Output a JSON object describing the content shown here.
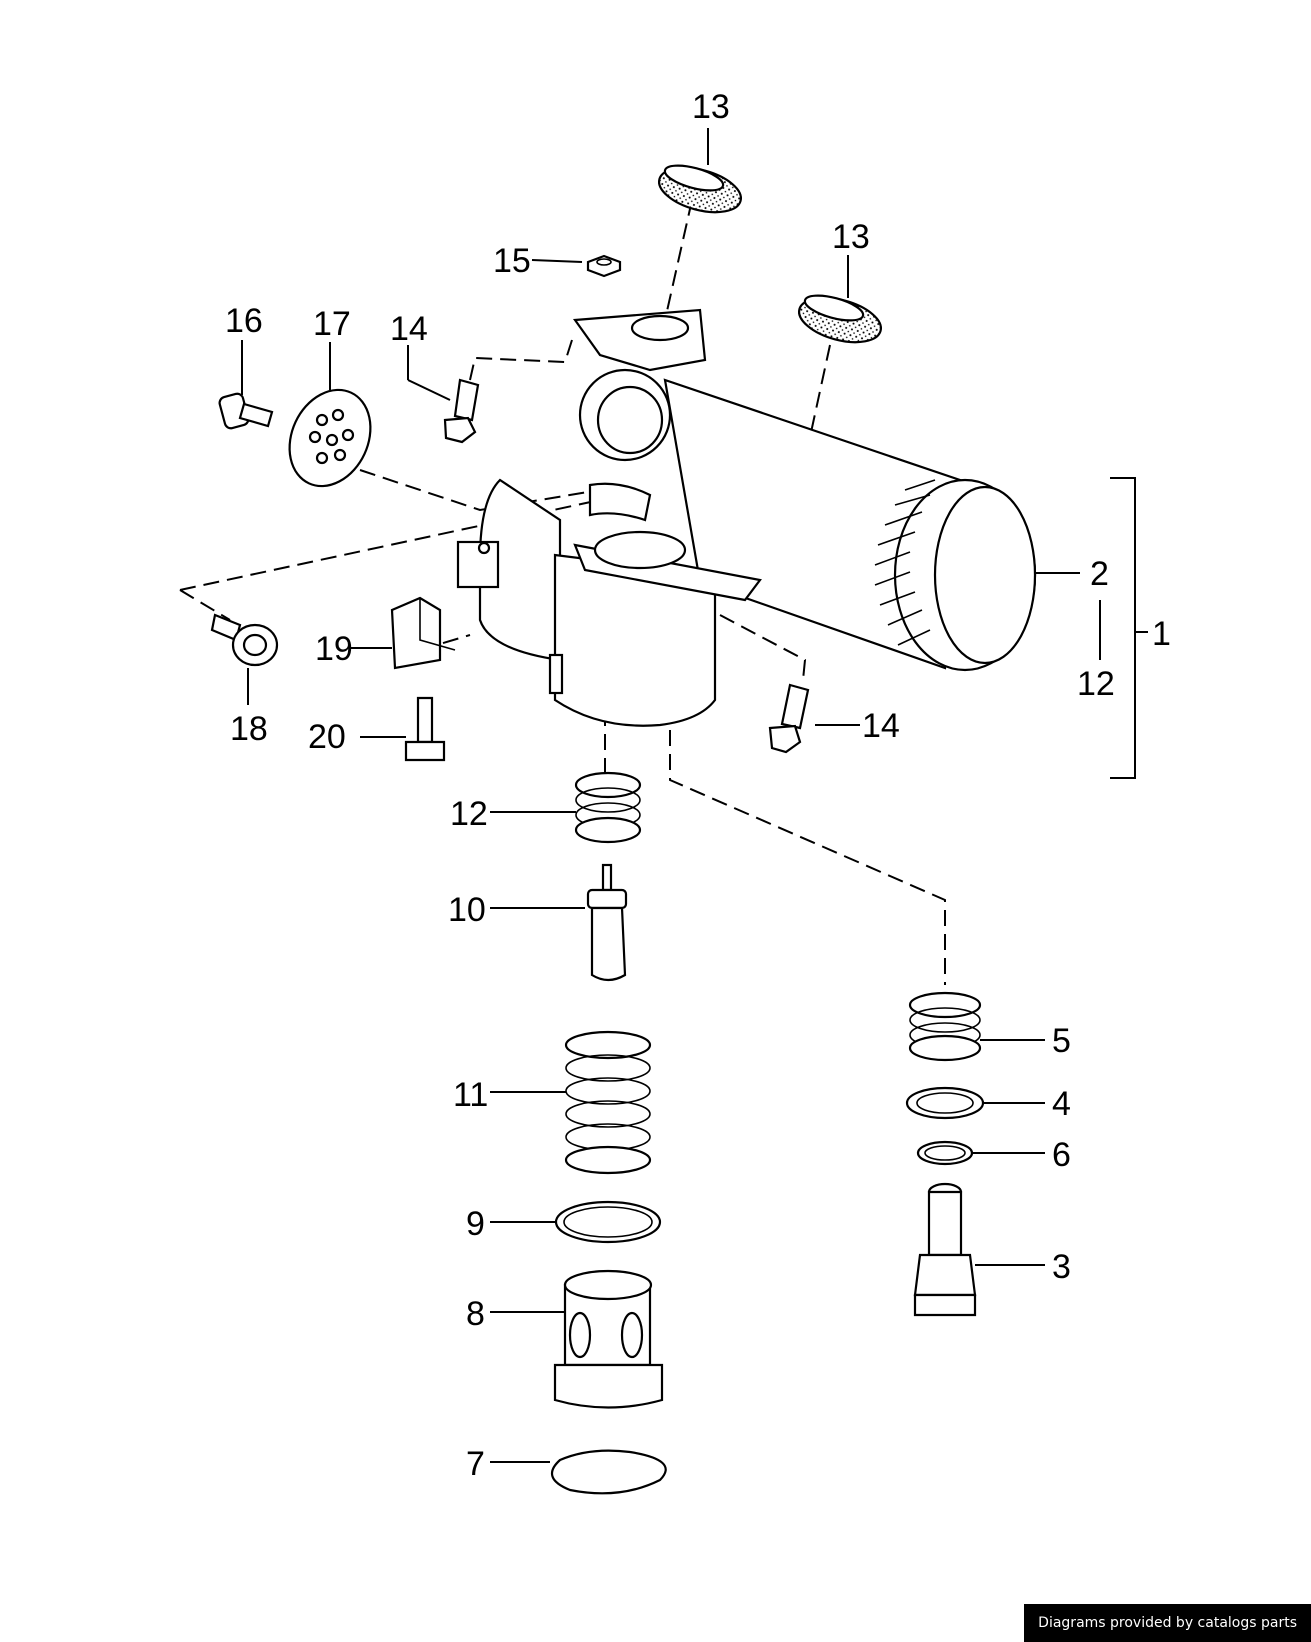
{
  "callouts": {
    "c1": "1",
    "c2": "2",
    "c3": "3",
    "c4": "4",
    "c5": "5",
    "c6": "6",
    "c7": "7",
    "c8": "8",
    "c9": "9",
    "c10": "10",
    "c11": "11",
    "c12_housing": "12",
    "c12_spring": "12",
    "c13_top": "13",
    "c13_right": "13",
    "c14_left": "14",
    "c14_right": "14",
    "c15": "15",
    "c16": "16",
    "c17": "17",
    "c18": "18",
    "c19": "19",
    "c20": "20"
  },
  "credit": "Diagrams provided by catalogs parts"
}
